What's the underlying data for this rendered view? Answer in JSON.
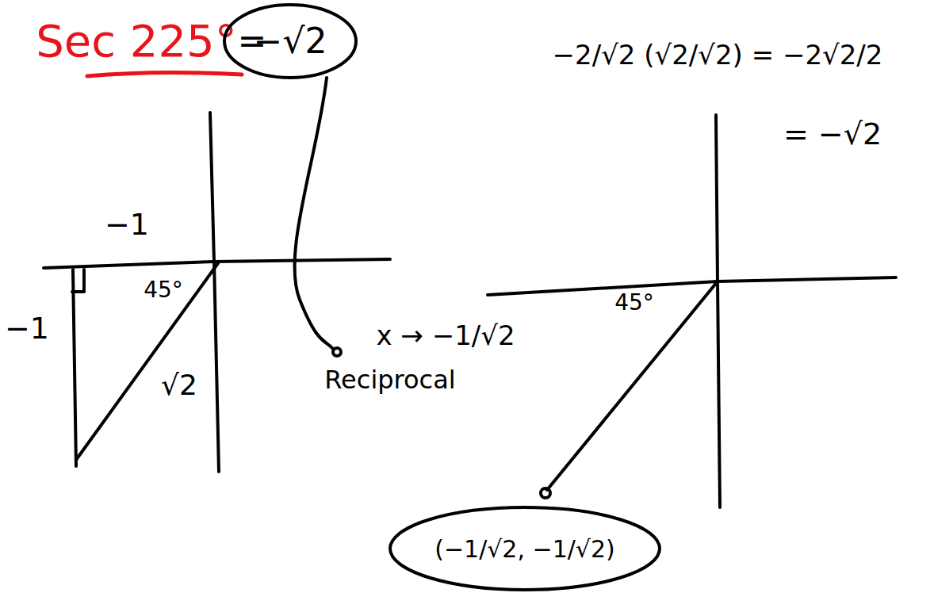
{
  "diagram": {
    "nodes": [
      {
        "text": [
          "−√2"
        ]
      },
      {
        "text": [
          "(−1/√2, −1/√2)"
        ]
      }
    ],
    "labels": [
      "Sec 225°",
      "=",
      "−1",
      "−1",
      "45°",
      "√2",
      "x → −1/√2",
      "Reciprocal",
      "−2/√2 (√2/√2) = −2√2/2",
      "= −√2",
      "45°"
    ]
  }
}
